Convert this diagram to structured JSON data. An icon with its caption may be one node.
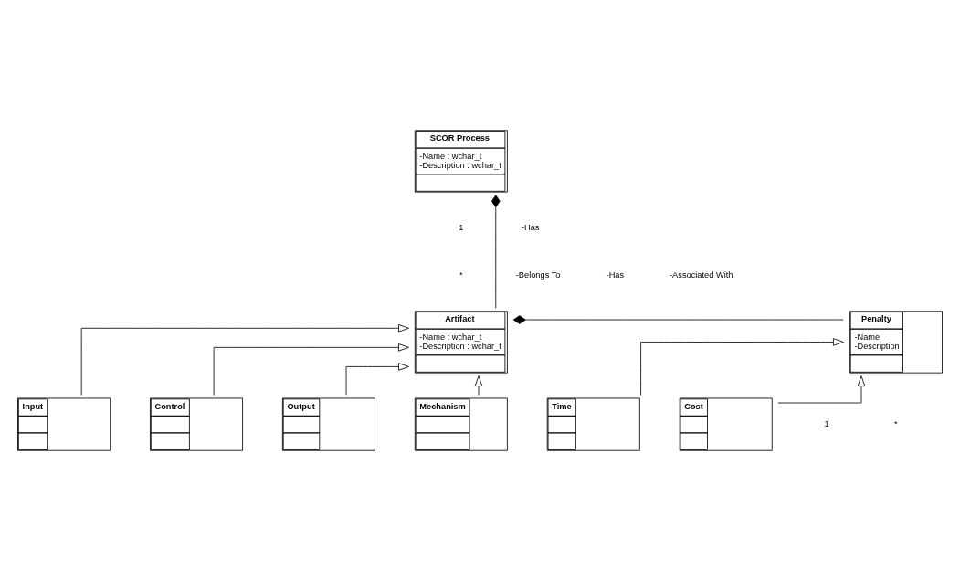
{
  "diagram": {
    "nodes": [
      {
        "text": [
          "SCOR Process",
          "-Name : wchar_t",
          "-Description : wchar_t"
        ]
      },
      {
        "text": [
          "Artifact",
          "-Name : wchar_t",
          "-Description : wchar_t"
        ]
      },
      {
        "text": [
          "Penalty",
          "-Name",
          "-Description"
        ]
      },
      {
        "text": [
          "Input"
        ]
      },
      {
        "text": [
          "Control"
        ]
      },
      {
        "text": [
          "Output"
        ]
      },
      {
        "text": [
          "Mechanism"
        ]
      },
      {
        "text": [
          "Time"
        ]
      },
      {
        "text": [
          "Cost"
        ]
      }
    ],
    "edges": [
      {
        "from": 0,
        "to": 1,
        "arrow": "other"
      },
      {
        "from": 1,
        "to": 2,
        "arrow": "other"
      },
      {
        "from": 3,
        "to": 1,
        "arrow": "to"
      },
      {
        "from": 4,
        "to": 1,
        "arrow": "to"
      },
      {
        "from": 5,
        "to": 1,
        "arrow": "to"
      },
      {
        "from": 6,
        "to": 1,
        "arrow": "to"
      },
      {
        "from": 7,
        "to": 2,
        "arrow": "to"
      },
      {
        "from": 8,
        "to": 2,
        "arrow": "to"
      }
    ],
    "labels": [
      "1",
      "-Has",
      "*",
      "-Belongs To",
      "-Has",
      "-Associated With",
      "1",
      "*"
    ]
  }
}
